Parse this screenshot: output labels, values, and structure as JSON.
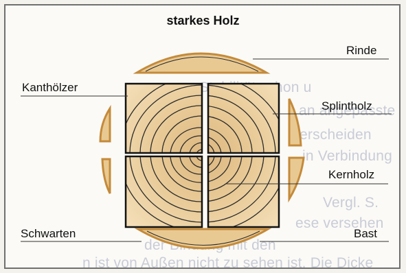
{
  "title": "starkes Holz",
  "labels": {
    "rinde": "Rinde",
    "kanthoelzer": "Kanthölzer",
    "splintholz": "Splintholz",
    "kernholz": "Kernholz",
    "schwarten": "Schwarten",
    "bast": "Bast"
  },
  "bleed_through": [
    "Stabilität schon u",
    "an angepasste",
    "terscheiden",
    "in Verbindung",
    "Vergl. S.",
    "ese versehen",
    "der Bindung mit den",
    "n ist von Außen nicht zu sehen ist. Die Dicke"
  ],
  "colors": {
    "wood_inner": "#e3c493",
    "wood_mid": "#edd3a7",
    "bark": "#c7903f",
    "lines": "#2b2b2b"
  }
}
